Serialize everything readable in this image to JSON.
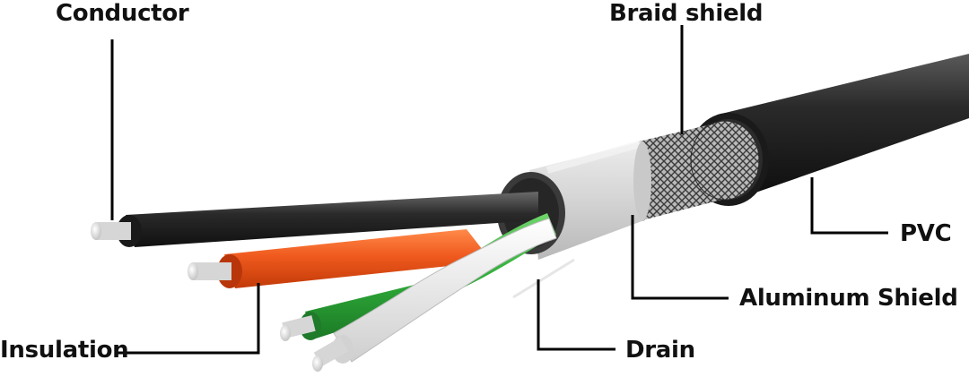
{
  "labels": {
    "conductor": "Conductor",
    "braid_shield": "Braid shield",
    "pvc": "PVC",
    "aluminum_shield": "Aluminum Shield",
    "insulation": "Insulation",
    "drain": "Drain"
  },
  "colors": {
    "jacket": "#1e1e1e",
    "braid": "#c8c8c8",
    "foil": "#d9d9d9",
    "wire_black": "#262626",
    "wire_red": "#f05a1e",
    "wire_green": "#2fae3a",
    "wire_white": "#f4f4f4",
    "conductor": "#dedede",
    "leader": "#000000"
  }
}
